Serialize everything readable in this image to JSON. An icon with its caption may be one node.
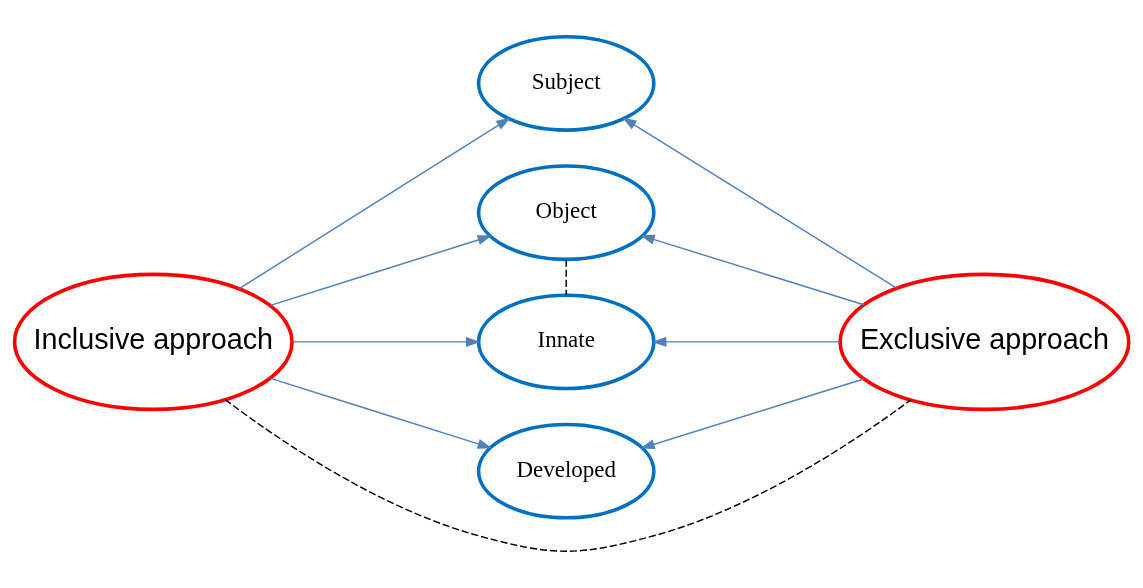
{
  "diagram": {
    "nodes": [
      {
        "text": [
          "Inclusive approach"
        ]
      },
      {
        "text": [
          "Subject"
        ]
      },
      {
        "text": [
          "Object"
        ]
      },
      {
        "text": [
          "Innate"
        ]
      },
      {
        "text": [
          "Developed"
        ]
      },
      {
        "text": [
          "Exclusive approach"
        ]
      }
    ],
    "edges": [
      {
        "from": 0,
        "to": 1,
        "arrow": "to"
      },
      {
        "from": 0,
        "to": 2,
        "arrow": "to"
      },
      {
        "from": 0,
        "to": 3,
        "arrow": "to"
      },
      {
        "from": 0,
        "to": 4,
        "arrow": "to"
      },
      {
        "from": 5,
        "to": 1,
        "arrow": "to"
      },
      {
        "from": 5,
        "to": 2,
        "arrow": "to"
      },
      {
        "from": 5,
        "to": 3,
        "arrow": "to"
      },
      {
        "from": 5,
        "to": 4,
        "arrow": "to"
      },
      {
        "from": 0,
        "to": 5,
        "arrow": "none",
        "style": "dashed",
        "color": "#000000"
      },
      {
        "from": 2,
        "to": 3,
        "arrow": "none",
        "style": "dashed",
        "color": "#000000"
      }
    ]
  }
}
